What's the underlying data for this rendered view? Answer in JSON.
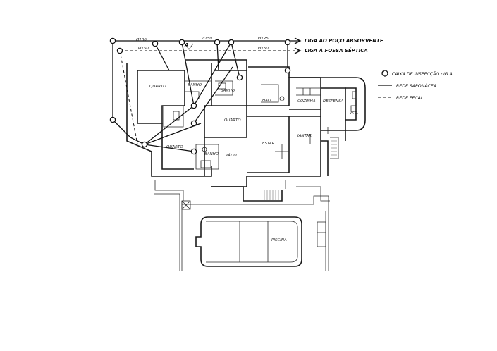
{
  "annotations": {
    "liga_poco": "LIGA AO POÇO ABSORVENTE",
    "liga_fossa": "LIGA À FOSSA SÉPTICA",
    "section_marker": "A"
  },
  "legend": {
    "caixa": "CAIXA DE INSPECÇÃO c/Ø A.",
    "rede_saponacea": "REDE SAPONÁCEA",
    "rede_fecal": "REDE FECAL"
  },
  "rooms": {
    "quarto_1": "QUARTO",
    "quarto_2": "QUARTO",
    "quarto_3": "QUARTO",
    "banho_1": "BANHO",
    "banho_2": "BANHO",
    "banho_3": "BANHO",
    "hall": "HALL",
    "cozinha": "COZINHA",
    "despensa": "DESPENSA",
    "wc": "W.C.",
    "estar": "ESTAR",
    "jantar": "JANTAR",
    "patio": "PÁTIO",
    "piscina": "PISCINA"
  },
  "dimension_labels": [
    "Ø100",
    "Ø150",
    "Ø125",
    "Ø150",
    "Ø150"
  ],
  "colors": {
    "ink": "#111111",
    "paper": "#ffffff"
  }
}
